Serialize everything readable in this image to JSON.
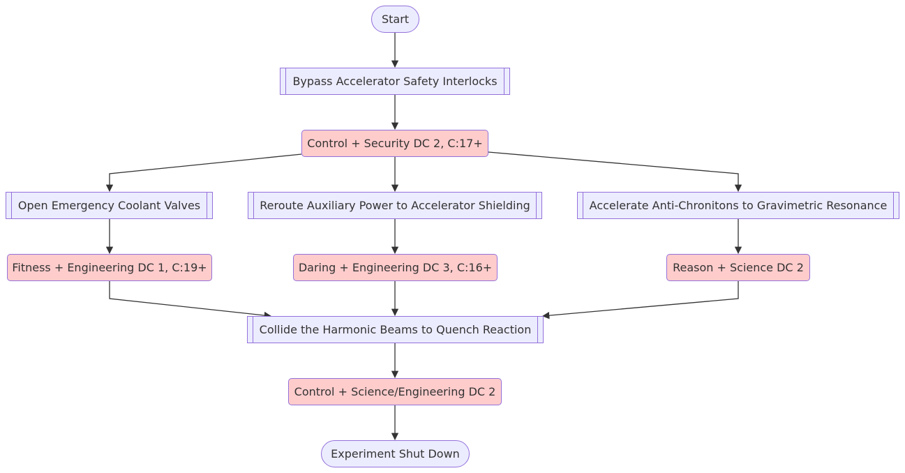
{
  "diagram": {
    "nodes": {
      "start": "Start",
      "bypass": "Bypass Accelerator Safety Interlocks",
      "check_control_security": "Control + Security DC 2, C:17+",
      "open_coolant": "Open Emergency Coolant Valves",
      "reroute_power": "Reroute Auxiliary Power to Accelerator Shielding",
      "accelerate_chronitons": "Accelerate Anti-Chronitons to Gravimetric Resonance",
      "check_fitness": "Fitness + Engineering DC 1, C:19+",
      "check_daring": "Daring + Engineering DC 3, C:16+",
      "check_reason": "Reason + Science DC 2",
      "collide_beams": "Collide the Harmonic Beams to Quench Reaction",
      "check_control_science": "Control + Science/Engineering DC 2",
      "end": "Experiment Shut Down"
    },
    "edges": [
      [
        "start",
        "bypass"
      ],
      [
        "bypass",
        "check_control_security"
      ],
      [
        "check_control_security",
        "open_coolant"
      ],
      [
        "check_control_security",
        "reroute_power"
      ],
      [
        "check_control_security",
        "accelerate_chronitons"
      ],
      [
        "open_coolant",
        "check_fitness"
      ],
      [
        "reroute_power",
        "check_daring"
      ],
      [
        "accelerate_chronitons",
        "check_reason"
      ],
      [
        "check_fitness",
        "collide_beams"
      ],
      [
        "check_daring",
        "collide_beams"
      ],
      [
        "check_reason",
        "collide_beams"
      ],
      [
        "collide_beams",
        "check_control_science"
      ],
      [
        "check_control_science",
        "end"
      ]
    ],
    "colors": {
      "process_fill": "#ECECFF",
      "check_fill": "#FFCCCC",
      "border": "#9370DB",
      "edge": "#333333",
      "text": "#333333"
    }
  }
}
